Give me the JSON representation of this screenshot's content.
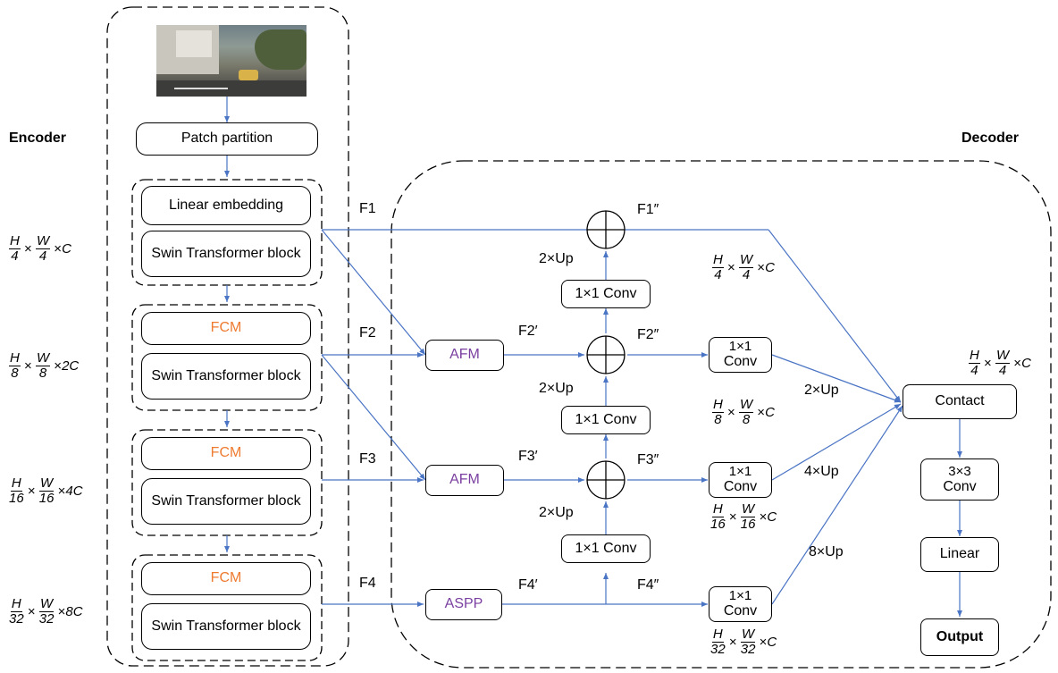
{
  "headers": {
    "encoder": "Encoder",
    "decoder": "Decoder"
  },
  "encoder": {
    "patch_partition": "Patch partition",
    "linear_embedding": "Linear embedding",
    "swin_block": "Swin Transformer block",
    "fcm": "FCM"
  },
  "dims": {
    "d1": {
      "num_h": "H",
      "den_h": "4",
      "num_w": "W",
      "den_w": "4",
      "tail": "C"
    },
    "d2": {
      "num_h": "H",
      "den_h": "8",
      "num_w": "W",
      "den_w": "8",
      "tail": "2C"
    },
    "d3": {
      "num_h": "H",
      "den_h": "16",
      "num_w": "W",
      "den_w": "16",
      "tail": "4C"
    },
    "d4": {
      "num_h": "H",
      "den_h": "32",
      "num_w": "W",
      "den_w": "32",
      "tail": "8C"
    }
  },
  "features": {
    "f1": "F1",
    "f2": "F2",
    "f3": "F3",
    "f4": "F4",
    "f1pp": "F1″",
    "f2p": "F2′",
    "f2pp": "F2″",
    "f3p": "F3′",
    "f3pp": "F3″",
    "f4p": "F4′",
    "f4pp": "F4″"
  },
  "decoder": {
    "afm": "AFM",
    "aspp": "ASPP",
    "conv1x1": "1×1 Conv",
    "conv1x1_a": "1×1",
    "conv1x1_b": "Conv",
    "up2": "2×Up",
    "up4": "4×Up",
    "up8": "8×Up",
    "contact": "Contact",
    "conv3x3_a": "3×3",
    "conv3x3_b": "Conv",
    "linear": "Linear",
    "output": "Output"
  },
  "colors": {
    "arrow": "#4a74c4",
    "fcm": "#ee7b30",
    "purple": "#7a3fa0"
  }
}
